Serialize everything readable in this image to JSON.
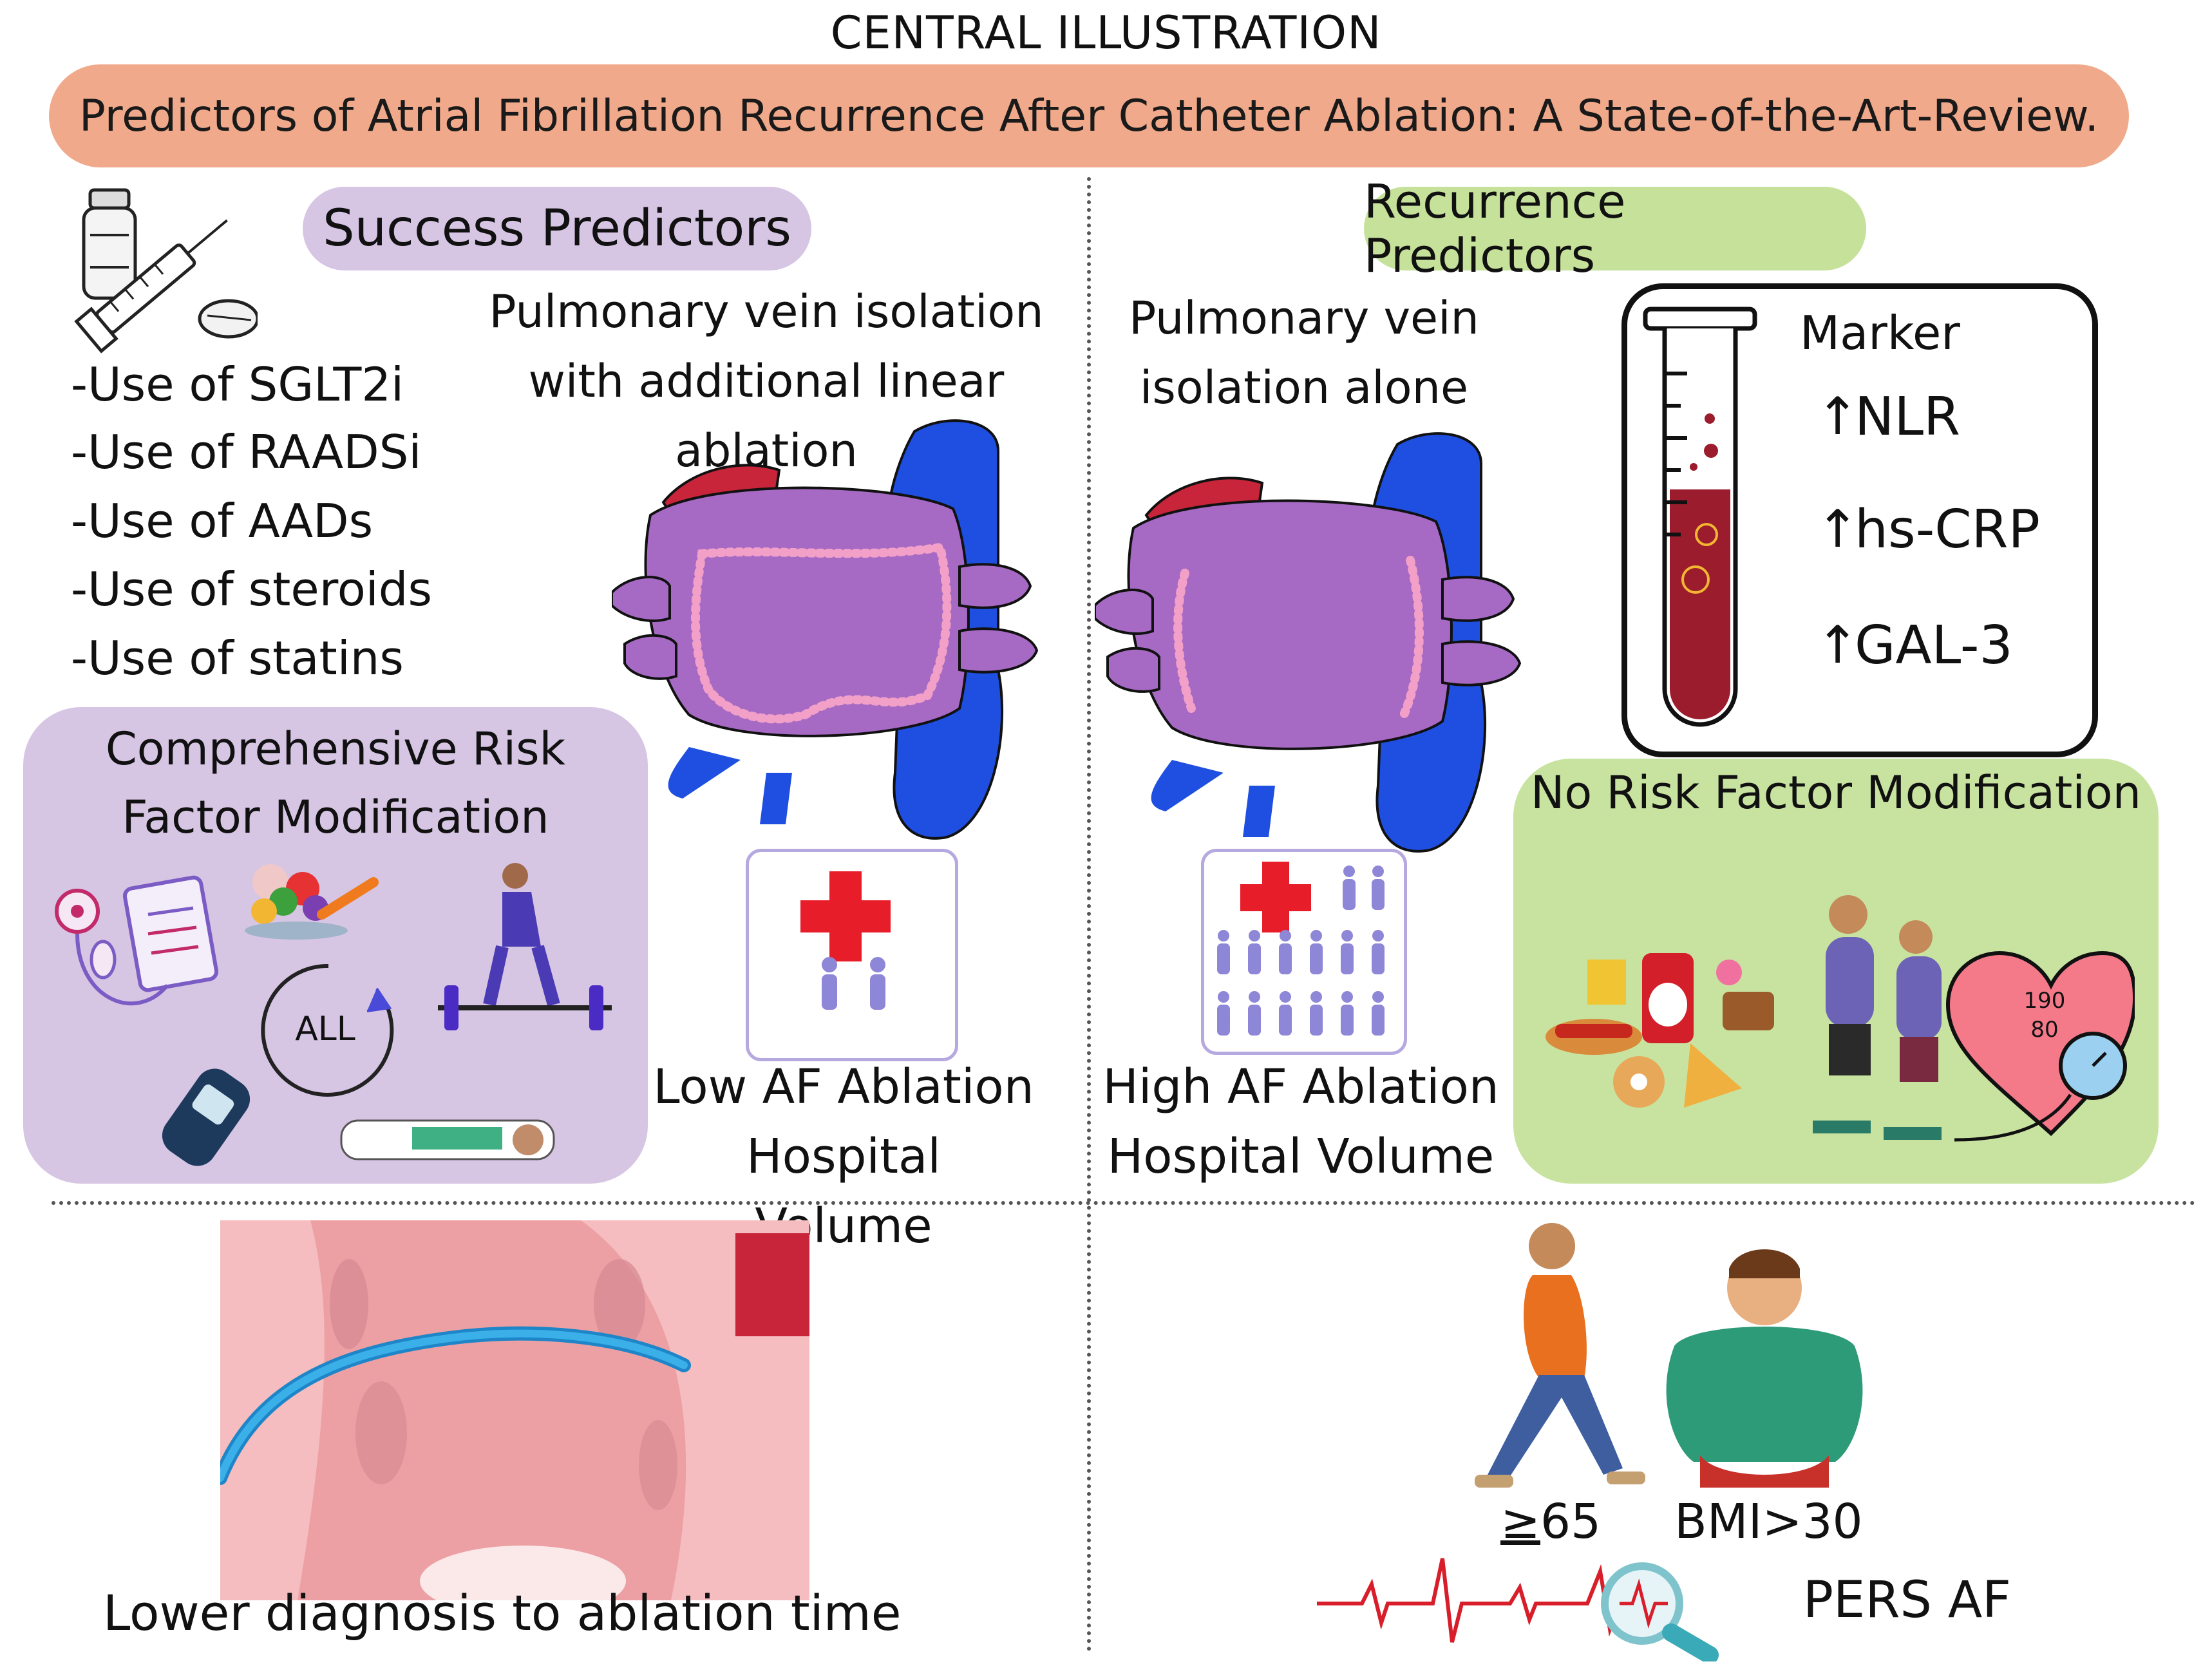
{
  "header": {
    "title": "CENTRAL ILLUSTRATION",
    "banner": "Predictors of Atrial Fibrillation Recurrence After Catheter Ablation: A State-of-the-Art-Review."
  },
  "success": {
    "heading": "Success Predictors",
    "drugs": [
      "-Use of SGLT2i",
      "-Use of RAADSi",
      "-Use of AADs",
      "-Use of steroids",
      "-Use of statins"
    ],
    "pvi_line1": "Pulmonary vein isolation",
    "pvi_line2": "with additional linear ablation",
    "crfm_line1": "Comprehensive Risk",
    "crfm_line2": "Factor Modification",
    "crfm_center": "ALL",
    "hospital_line1": "Low AF Ablation",
    "hospital_line2": "Hospital Volume",
    "lower_caption": "Lower diagnosis to ablation time"
  },
  "recurrence": {
    "heading": "Recurrence Predictors",
    "pvi_line1": "Pulmonary vein",
    "pvi_line2": "isolation alone",
    "marker_title": "Marker",
    "markers": [
      "NLR",
      "hs-CRP",
      "GAL-3"
    ],
    "no_rfm": "No Risk Factor Modification",
    "bp_top": "190",
    "bp_bottom": "80",
    "hospital_line1": "High AF Ablation",
    "hospital_line2": "Hospital Volume",
    "age_symbol": "≥",
    "age_value": "65",
    "bmi": "BMI>30",
    "pers_af": "PERS AF"
  },
  "colors": {
    "banner": "#f0a98a",
    "success_purple": "#d7c5e4",
    "recurrence_green": "#c8e3a0",
    "atrium_purple": "#a66ac4",
    "vein_blue": "#1f4fe0",
    "vein_red": "#c8253a",
    "ablation_pink": "#f2a0c8",
    "blood": "#9b1c2c"
  }
}
